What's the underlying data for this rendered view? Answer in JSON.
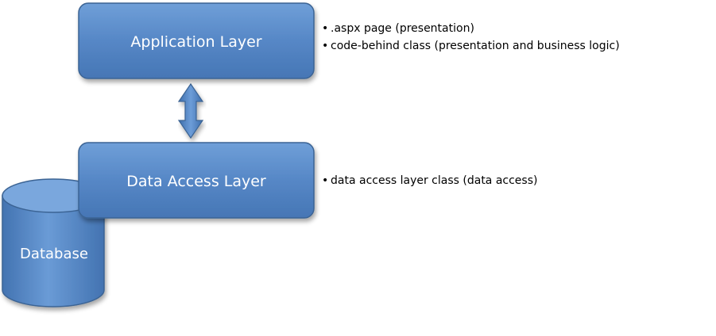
{
  "diagram": {
    "application_layer": {
      "label": "Application Layer",
      "notes": [
        ".aspx page (presentation)",
        "code-behind class (presentation and business logic)"
      ]
    },
    "data_access_layer": {
      "label": "Data Access Layer",
      "notes": [
        "data access layer class (data access)"
      ]
    },
    "database": {
      "label": "Database"
    }
  },
  "colors": {
    "box_fill": "#4f81bd",
    "box_fill_light": "#6a9ad6",
    "box_stroke": "#3b6494",
    "text_on_box": "#ffffff"
  }
}
